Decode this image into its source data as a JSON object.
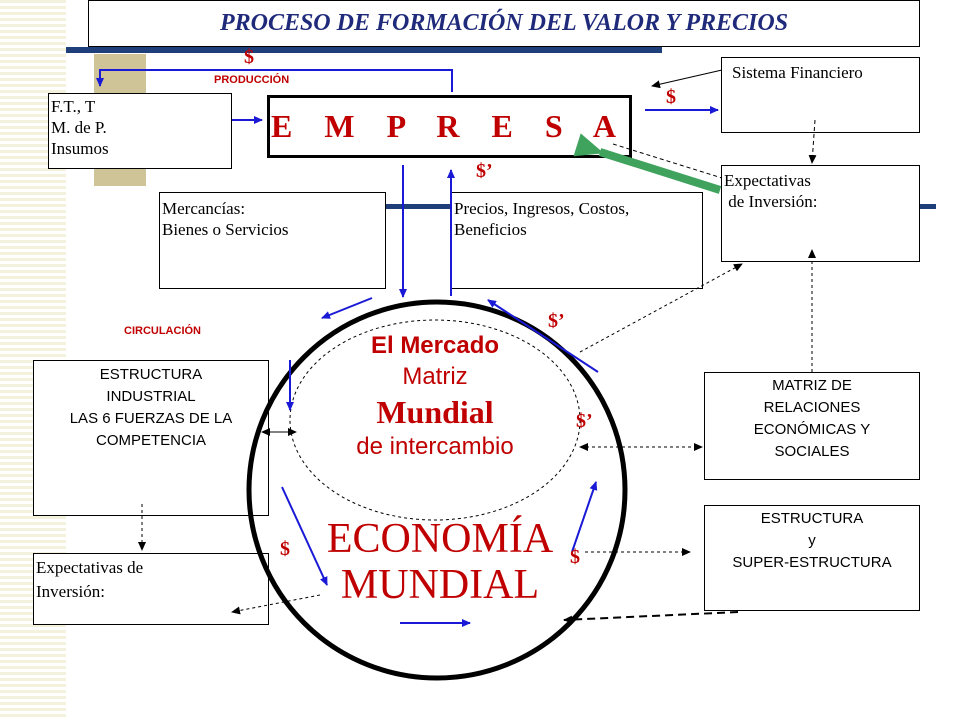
{
  "title": "PROCESO DE FORMACIÓN DEL VALOR Y PRECIOS",
  "empresa": "E M P R E S A",
  "labels": {
    "produccion": "PRODUCCIÓN",
    "circulacion": "CIRCULACIÓN",
    "dollar_top": "$",
    "dollar_fin": "$",
    "dollar_prime_1": "$’",
    "dollar_prime_2": "$’",
    "dollar_prime_3": "$’",
    "dollar_left": "$",
    "dollar_right": "$"
  },
  "inputs_box": [
    "F.T., T",
    "M. de P.",
    "Insumos"
  ],
  "sistema_financiero": "Sistema Financiero",
  "expectativas_top": [
    "Expectativas",
    " de Inversión:"
  ],
  "mercancias": [
    "Mercancías:",
    "Bienes o Servicios"
  ],
  "precios": [
    "Precios, Ingresos, Costos,",
    "Beneficios"
  ],
  "estructura_industrial": [
    "ESTRUCTURA",
    "INDUSTRIAL",
    "LAS 6 FUERZAS DE LA",
    "COMPETENCIA"
  ],
  "matriz_relaciones": [
    "MATRIZ DE",
    "RELACIONES",
    "ECONÓMICAS Y",
    "SOCIALES"
  ],
  "estructura_super": [
    "ESTRUCTURA",
    "y",
    "SUPER-ESTRUCTURA"
  ],
  "expectativas_bottom": [
    "Expectativas de",
    "Inversión:"
  ],
  "mercado": {
    "line1": "El Mercado",
    "line2": "Matriz",
    "line3": "Mundial",
    "line4": "de intercambio"
  },
  "economia": [
    "ECONOMÍA",
    "MUNDIAL"
  ],
  "colors": {
    "title": "#1f2a7a",
    "accent_red": "#c00000",
    "arrow_blue": "#1a1ad6",
    "arrow_green": "#3fa35e",
    "navy": "#1f3f7a",
    "tan": "#cfc497"
  }
}
